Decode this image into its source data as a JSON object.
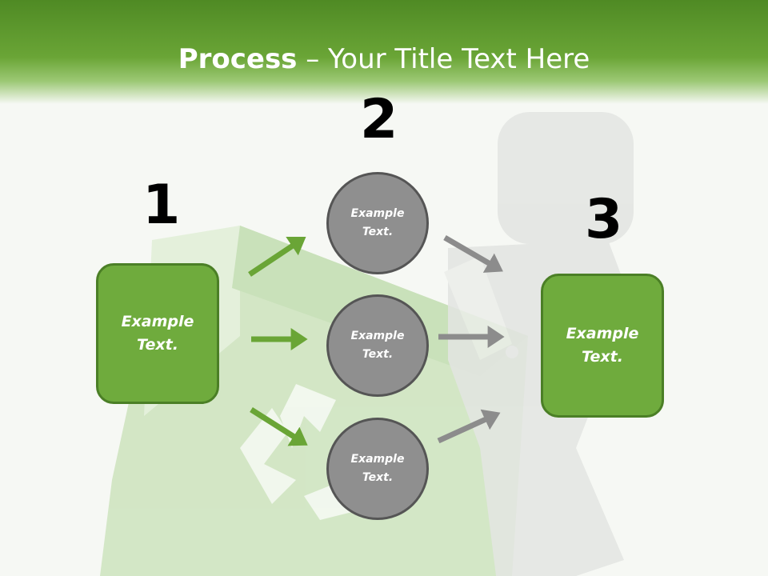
{
  "title": {
    "bold": "Process",
    "rest": " – Your Title Text Here"
  },
  "steps": {
    "n1": "1",
    "n2": "2",
    "n3": "3"
  },
  "left_box": {
    "text": "Example Text."
  },
  "circles": [
    {
      "text": "Example Text."
    },
    {
      "text": "Example Text."
    },
    {
      "text": "Example Text."
    }
  ],
  "right_box": {
    "text": "Example Text."
  },
  "colors": {
    "header_green": "#6aa536",
    "box_green": "#6fab3d",
    "arrow_green": "#6aa536",
    "circle_gray": "#8f8f8f",
    "arrow_gray": "#8c8c8c"
  }
}
